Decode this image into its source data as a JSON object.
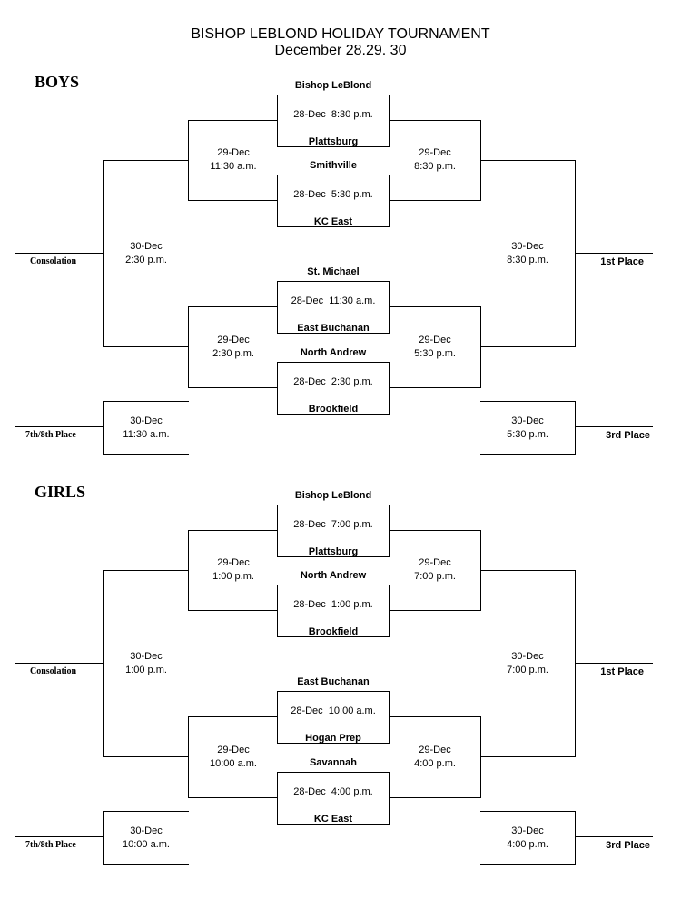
{
  "header": {
    "title": "BISHOP LEBLOND HOLIDAY TOURNAMENT",
    "subtitle": "December 28.29. 30"
  },
  "labels": {
    "consolation": "Consolation",
    "first_place": "1st Place",
    "seventh_eighth": "7th/8th Place",
    "third_place": "3rd Place"
  },
  "brackets": [
    {
      "name": "BOYS",
      "first_round": [
        {
          "top": "Bishop LeBlond",
          "bottom": "Plattsburg",
          "date": "28-Dec",
          "time": "8:30 p.m."
        },
        {
          "top": "Smithville",
          "bottom": "KC East",
          "date": "28-Dec",
          "time": "5:30 p.m."
        },
        {
          "top": "St. Michael",
          "bottom": "East Buchanan",
          "date": "28-Dec",
          "time": "11:30 a.m."
        },
        {
          "top": "North Andrew",
          "bottom": "Brookfield",
          "date": "28-Dec",
          "time": "2:30 p.m."
        }
      ],
      "semis": {
        "top_left": {
          "date": "29-Dec",
          "time": "11:30 a.m."
        },
        "top_right": {
          "date": "29-Dec",
          "time": "8:30 p.m."
        },
        "bottom_left": {
          "date": "29-Dec",
          "time": "2:30 p.m."
        },
        "bottom_right": {
          "date": "29-Dec",
          "time": "5:30 p.m."
        }
      },
      "finals": {
        "consolation": {
          "date": "30-Dec",
          "time": "2:30 p.m."
        },
        "first_place": {
          "date": "30-Dec",
          "time": "8:30 p.m."
        },
        "seventh_eighth": {
          "date": "30-Dec",
          "time": "11:30 a.m."
        },
        "third_place": {
          "date": "30-Dec",
          "time": "5:30 p.m."
        }
      }
    },
    {
      "name": "GIRLS",
      "first_round": [
        {
          "top": "Bishop LeBlond",
          "bottom": "Plattsburg",
          "date": "28-Dec",
          "time": "7:00 p.m."
        },
        {
          "top": "North Andrew",
          "bottom": "Brookfield",
          "date": "28-Dec",
          "time": "1:00 p.m."
        },
        {
          "top": "East Buchanan",
          "bottom": "Hogan Prep",
          "date": "28-Dec",
          "time": "10:00 a.m."
        },
        {
          "top": "Savannah",
          "bottom": "KC East",
          "date": "28-Dec",
          "time": "4:00 p.m."
        }
      ],
      "semis": {
        "top_left": {
          "date": "29-Dec",
          "time": "1:00 p.m."
        },
        "top_right": {
          "date": "29-Dec",
          "time": "7:00 p.m."
        },
        "bottom_left": {
          "date": "29-Dec",
          "time": "10:00 a.m."
        },
        "bottom_right": {
          "date": "29-Dec",
          "time": "4:00 p.m."
        }
      },
      "finals": {
        "consolation": {
          "date": "30-Dec",
          "time": "1:00 p.m."
        },
        "first_place": {
          "date": "30-Dec",
          "time": "7:00 p.m."
        },
        "seventh_eighth": {
          "date": "30-Dec",
          "time": "10:00 a.m."
        },
        "third_place": {
          "date": "30-Dec",
          "time": "4:00 p.m."
        }
      }
    }
  ]
}
